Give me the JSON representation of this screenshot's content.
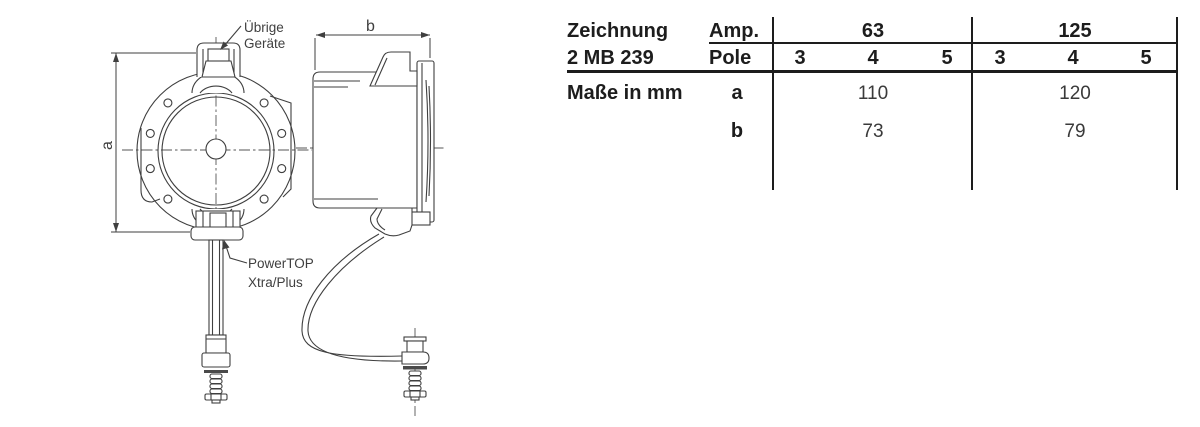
{
  "drawing": {
    "callout_top": {
      "line1": "Übrige",
      "line2": "Geräte"
    },
    "callout_bottom": {
      "line1": "PowerTOP",
      "line2": "Xtra/Plus"
    },
    "dim_labels": {
      "a": "a",
      "b": "b"
    }
  },
  "table": {
    "drawing_ref": {
      "line1": "Zeichnung",
      "line2": "2 MB 239"
    },
    "units_label": "Maße in mm",
    "amp_header": "Amp.",
    "pole_header": "Pole",
    "amp_groups": [
      {
        "amp": "63",
        "poles": [
          "3",
          "4",
          "5"
        ]
      },
      {
        "amp": "125",
        "poles": [
          "3",
          "4",
          "5"
        ]
      }
    ],
    "dim_rows": [
      {
        "label": "a",
        "values": [
          "110",
          "120"
        ]
      },
      {
        "label": "b",
        "values": [
          "73",
          "79"
        ]
      }
    ]
  },
  "colors": {
    "line": "#3f3f3f",
    "text": "#1d1d1d"
  }
}
